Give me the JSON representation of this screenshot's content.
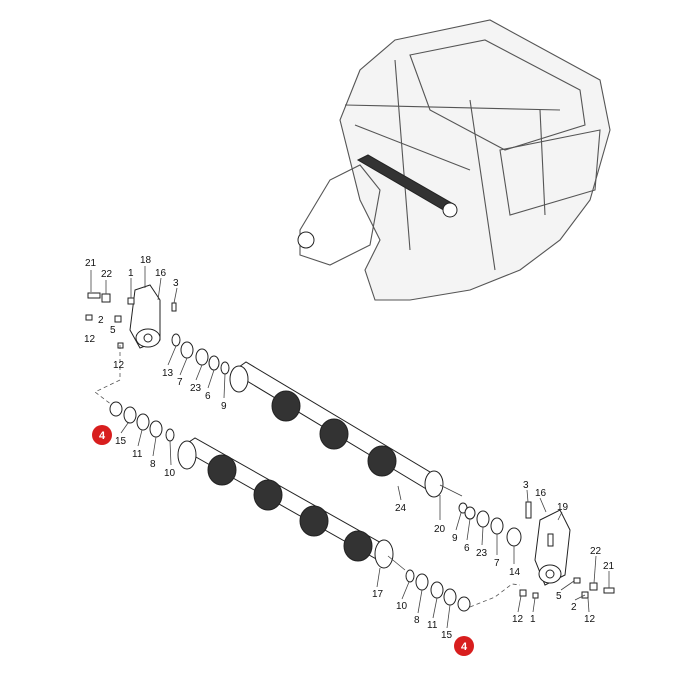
{
  "callout_color": "#d81e1e",
  "callouts": [
    {
      "id": "callout-left",
      "text": "4"
    },
    {
      "id": "callout-right",
      "text": "4"
    }
  ],
  "labels": {
    "l21": "21",
    "l22": "22",
    "l1": "1",
    "l18": "18",
    "l16": "16",
    "l3": "3",
    "l2": "2",
    "l5": "5",
    "l12a": "12",
    "l12b": "12",
    "l13": "13",
    "l7": "7",
    "l23": "23",
    "l6": "6",
    "l9": "9",
    "l15": "15",
    "l11": "11",
    "l8": "8",
    "l10": "10",
    "l24": "24",
    "l20": "20",
    "r9": "9",
    "r6": "6",
    "r23": "23",
    "r7": "7",
    "r14": "14",
    "r3": "3",
    "r16": "16",
    "r19": "19",
    "r22": "22",
    "r21": "21",
    "r5": "5",
    "r2": "2",
    "r1": "1",
    "r12a": "12",
    "r12b": "12",
    "l17": "17",
    "b10": "10",
    "b8": "8",
    "b11": "11",
    "b15": "15"
  }
}
